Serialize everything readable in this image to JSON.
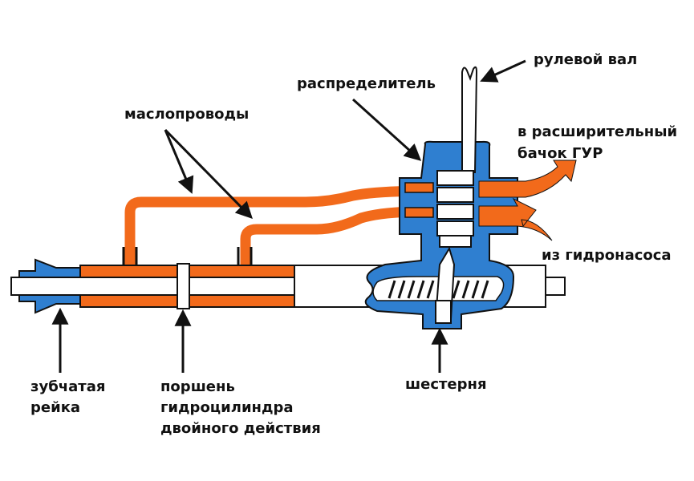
{
  "labels": {
    "steering_shaft": "рулевой вал",
    "distributor": "распределитель",
    "oil_lines": "маслопроводы",
    "to_reservoir_line1": "в расширительный",
    "to_reservoir_line2": "бачок ГУР",
    "from_pump": "из гидронасоса",
    "rack_line1": "зубчатая",
    "rack_line2": "рейка",
    "piston_line1": "поршень",
    "piston_line2": "гидроцилиндра",
    "piston_line3": "двойного действия",
    "pinion": "шестерня"
  },
  "colors": {
    "oil": "#f26a1b",
    "housing": "#2f7fd0",
    "outline": "#111111"
  }
}
